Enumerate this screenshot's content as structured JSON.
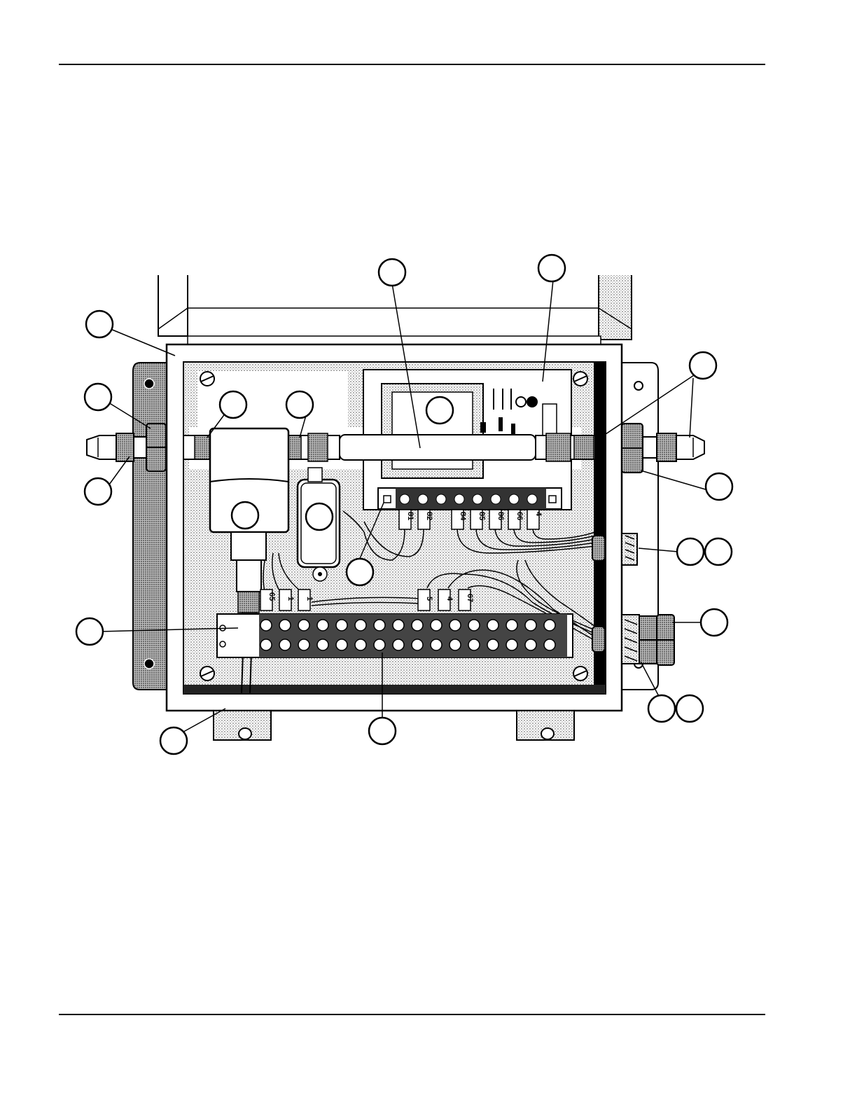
{
  "figure": {
    "wire_labels": [
      "81",
      "82",
      "84",
      "85",
      "86",
      "66",
      "4",
      "65",
      "1",
      "1",
      "5",
      "4",
      "67"
    ],
    "callout_count": 21
  }
}
